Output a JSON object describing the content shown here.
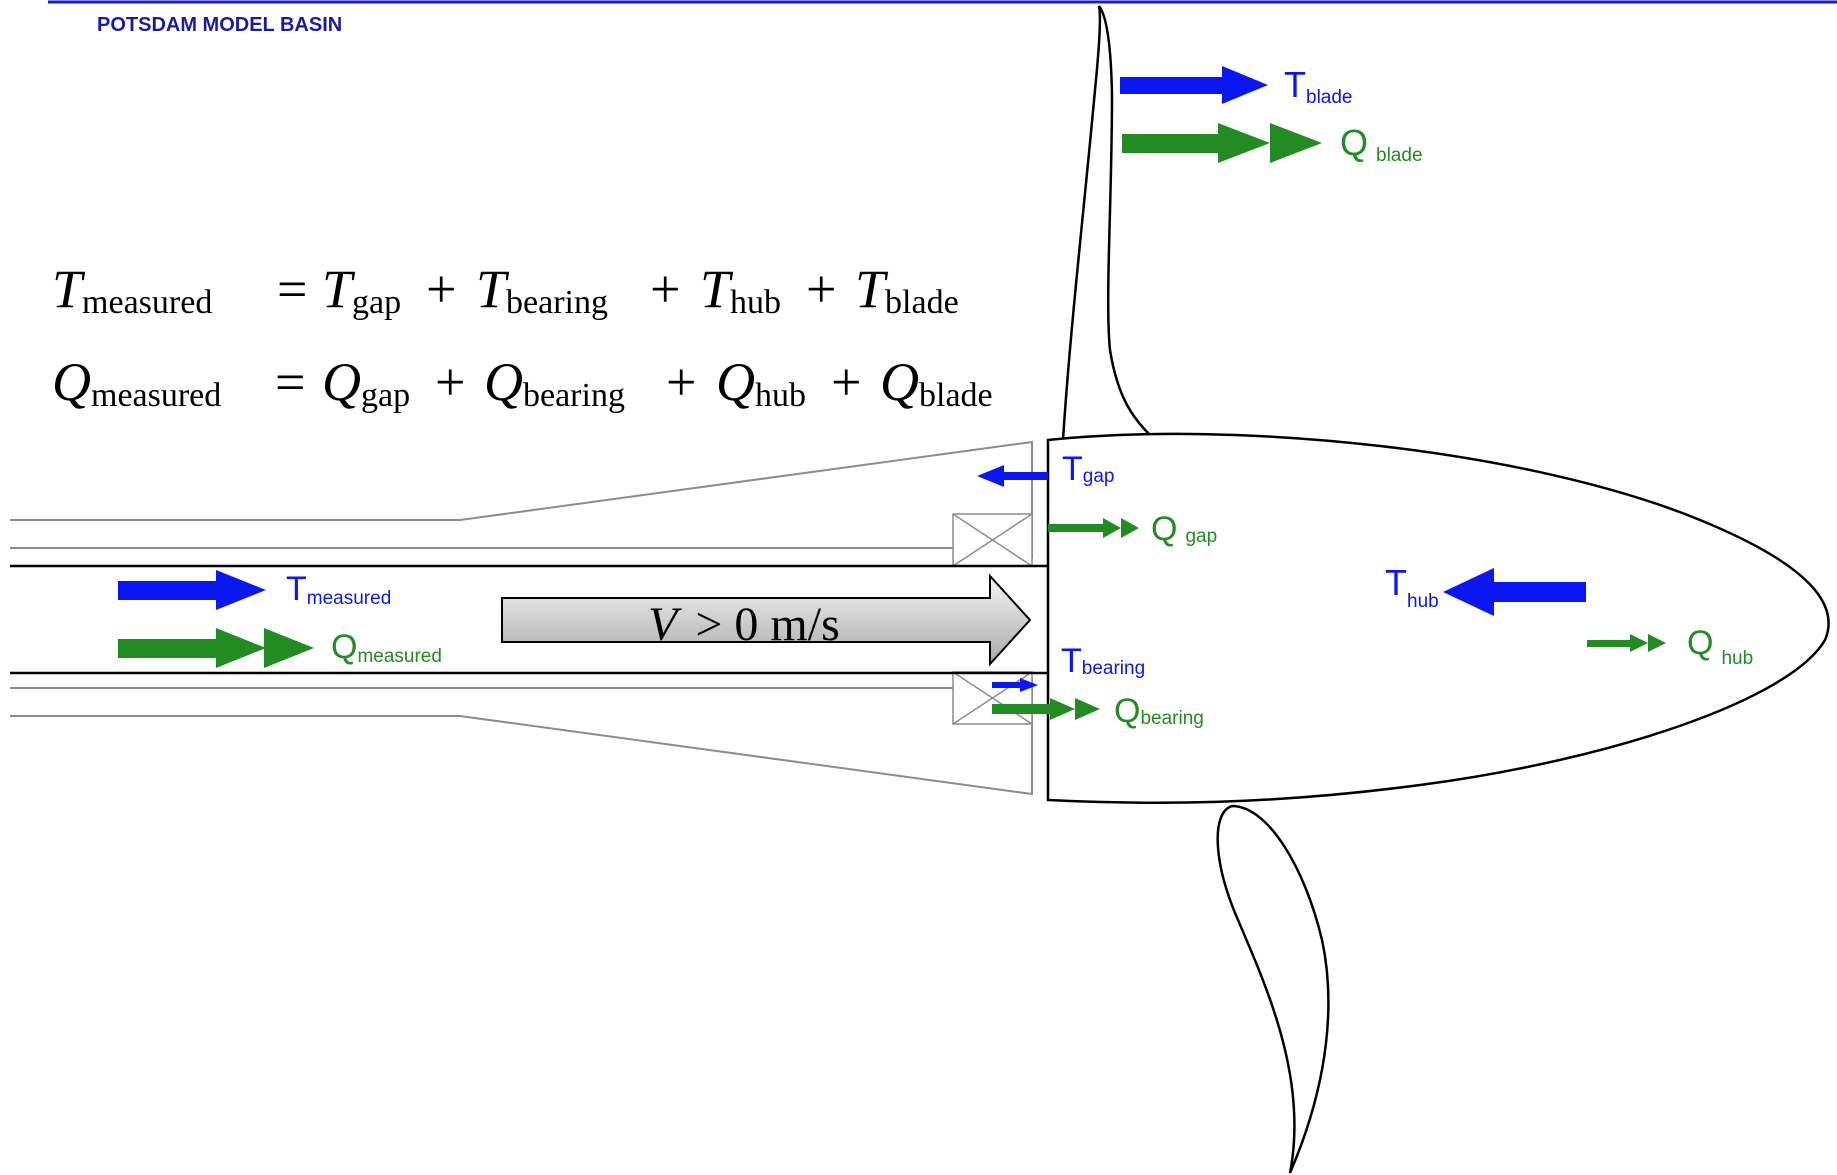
{
  "header": {
    "org_label": "POTSDAM MODEL BASIN"
  },
  "equations": {
    "thrust": {
      "lhs": {
        "sym": "T",
        "sub": "measured"
      },
      "terms": [
        {
          "sym": "T",
          "sub": "gap"
        },
        {
          "sym": "T",
          "sub": "bearing"
        },
        {
          "sym": "T",
          "sub": "hub"
        },
        {
          "sym": "T",
          "sub": "blade"
        }
      ]
    },
    "torque": {
      "lhs": {
        "sym": "Q",
        "sub": "measured"
      },
      "terms": [
        {
          "sym": "Q",
          "sub": "gap"
        },
        {
          "sym": "Q",
          "sub": "bearing"
        },
        {
          "sym": "Q",
          "sub": "hub"
        },
        {
          "sym": "Q",
          "sub": "blade"
        }
      ]
    },
    "equals": "=",
    "plus": "+"
  },
  "flow_arrow": {
    "v": "V",
    "rest": "> 0 m/s"
  },
  "labels": {
    "t_blade": {
      "sym": "T",
      "sub": "blade"
    },
    "q_blade": {
      "sym": "Q",
      "sub": "blade"
    },
    "t_gap": {
      "sym": "T",
      "sub": "gap"
    },
    "q_gap": {
      "sym": "Q",
      "sub": "gap"
    },
    "t_measured": {
      "sym": "T",
      "sub": "measured"
    },
    "q_measured": {
      "sym": "Q",
      "sub": "measured"
    },
    "t_bearing": {
      "sym": "T",
      "sub": "bearing"
    },
    "q_bearing": {
      "sym": "Q",
      "sub": "bearing"
    },
    "t_hub": {
      "sym": "T",
      "sub": "hub"
    },
    "q_hub": {
      "sym": "Q",
      "sub": "hub"
    }
  },
  "colors": {
    "header_rule": "#1a1acc",
    "header_text": "#1a1aa6",
    "thrust": "#0a17f0",
    "torque": "#228b22",
    "outline": "#000000",
    "shaft_grey": "#8c8c8c"
  }
}
